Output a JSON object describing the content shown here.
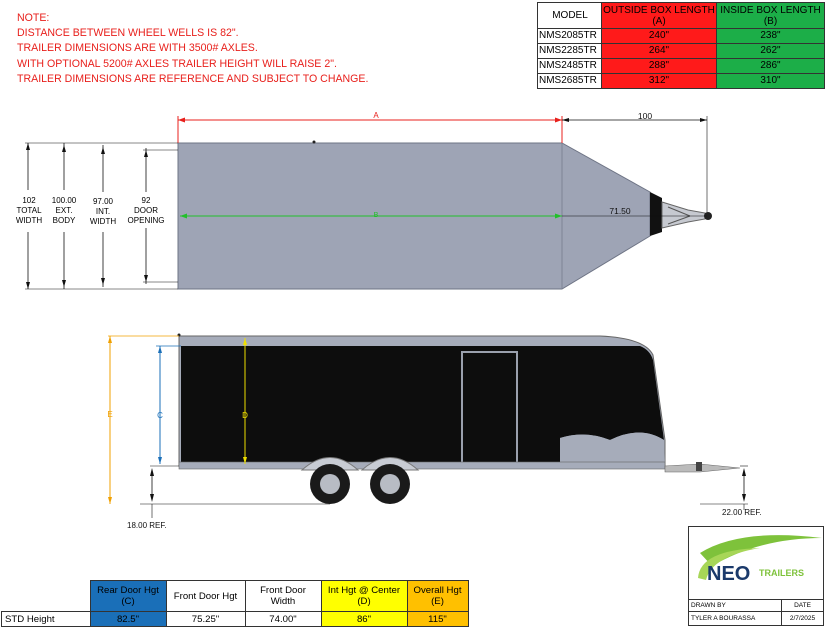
{
  "note": {
    "lines": [
      "NOTE:",
      "DISTANCE BETWEEN WHEEL WELLS IS 82\".",
      "TRAILER DIMENSIONS ARE WITH 3500# AXLES.",
      "WITH OPTIONAL 5200# AXLES TRAILER HEIGHT WILL RAISE 2\".",
      "TRAILER DIMENSIONS ARE REFERENCE AND SUBJECT TO CHANGE."
    ]
  },
  "size_table": {
    "headers": {
      "model": "MODEL",
      "outside_line1": "OUTSIDE BOX LENGTH",
      "outside_line2": "(A)",
      "inside_line1": "INSIDE BOX LENGTH",
      "inside_line2": "(B)"
    },
    "rows": [
      {
        "model": "NMS2085TR",
        "outside": "240\"",
        "inside": "238\""
      },
      {
        "model": "NMS2285TR",
        "outside": "264\"",
        "inside": "262\""
      },
      {
        "model": "NMS2485TR",
        "outside": "288\"",
        "inside": "286\""
      },
      {
        "model": "NMS2685TR",
        "outside": "312\"",
        "inside": "310\""
      }
    ],
    "colors": {
      "outside": "#ff1a1a",
      "inside": "#1cae48"
    }
  },
  "top_view": {
    "label_a": "A",
    "label_b": "B",
    "dim_100": "100",
    "dim_7150": "71.50",
    "total_width": [
      "102",
      "TOTAL",
      "WIDTH"
    ],
    "ext_body": [
      "100.00",
      "EXT.",
      "BODY"
    ],
    "int_width": [
      "97.00",
      "INT.",
      "WIDTH"
    ],
    "door_opening": [
      "92",
      "DOOR",
      "OPENING"
    ]
  },
  "side_view": {
    "label_e": "E",
    "label_c": "C",
    "label_d": "D",
    "ref_18": "18.00 REF.",
    "ref_22": "22.00 REF."
  },
  "height_table": {
    "headers": [
      {
        "line1": "Rear Door Hgt",
        "line2": "(C)",
        "color": "blue"
      },
      {
        "line1": "Front Door Hgt",
        "line2": "",
        "color": ""
      },
      {
        "line1": "Front Door",
        "line2": "Width",
        "color": ""
      },
      {
        "line1": "Int Hgt @ Center",
        "line2": "(D)",
        "color": "yellow"
      },
      {
        "line1": "Overall Hgt",
        "line2": "(E)",
        "color": "orange"
      }
    ],
    "row_label": "STD Height",
    "values": [
      "82.5\"",
      "75.25\"",
      "74.00\"",
      "86\"",
      "115\""
    ]
  },
  "logo": {
    "word1": "NEO",
    "word2": "TRAILERS"
  },
  "title_block": {
    "drawn_by_label": "DRAWN BY",
    "date_label": "DATE",
    "drawn_by": "TYLER A BOURASSA",
    "date": "2/7/2025"
  }
}
